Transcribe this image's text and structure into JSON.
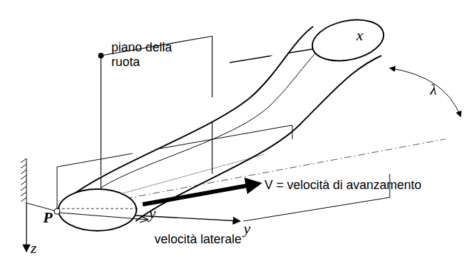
{
  "diagram": {
    "labels": [
      "piano della ruota",
      "x",
      "λ",
      "V = velocità di avanzamento",
      "P",
      "ẏ",
      "velocità laterale",
      "y",
      "z"
    ]
  }
}
